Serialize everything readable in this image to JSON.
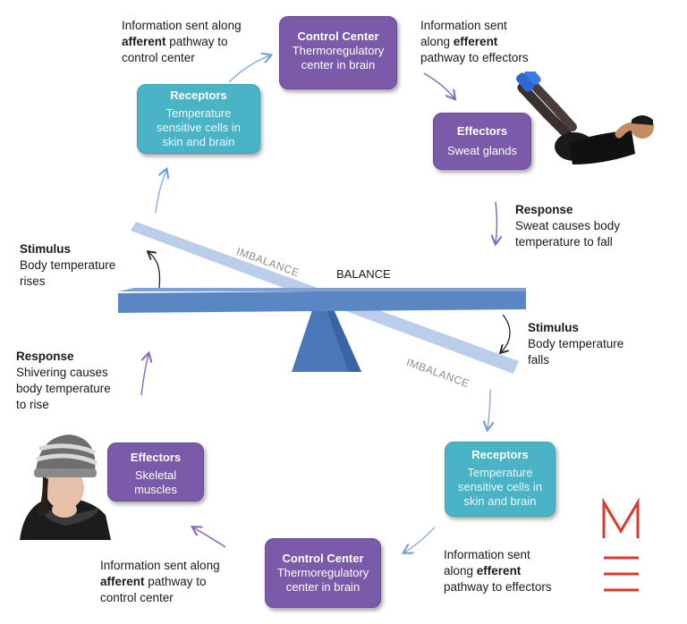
{
  "top": {
    "afferent_text_pre": "Information sent along",
    "afferent_word": "afferent",
    "afferent_text_post": " pathway to",
    "afferent_text_end": "control center",
    "control_center_title": "Control Center",
    "control_center_desc": "Thermoregulatory center in brain",
    "efferent_text_pre": "Information sent",
    "efferent_text_mid": "along ",
    "efferent_word": "efferent",
    "efferent_text_end": "pathway to effectors",
    "receptors_title": "Receptors",
    "receptors_desc": "Temperature sensitive cells in skin and brain",
    "effectors_title": "Effectors",
    "effectors_desc": "Sweat glands",
    "response_label": "Response",
    "response_desc_1": "Sweat causes body",
    "response_desc_2": "temperature to fall",
    "stimulus_label": "Stimulus",
    "stimulus_desc_1": "Body temperature",
    "stimulus_desc_2": "rises"
  },
  "center": {
    "balance": "BALANCE",
    "imbalance_top": "IMBALANCE",
    "imbalance_bottom": "IMBALANCE"
  },
  "bottom": {
    "stimulus_label": "Stimulus",
    "stimulus_desc_1": "Body temperature",
    "stimulus_desc_2": "falls",
    "response_label": "Response",
    "response_desc_1": "Shivering causes",
    "response_desc_2": "body temperature",
    "response_desc_3": "to rise",
    "receptors_title": "Receptors",
    "receptors_desc": "Temperature sensitive cells in skin and brain",
    "effectors_title": "Effectors",
    "effectors_desc": "Skeletal muscles",
    "control_center_title": "Control Center",
    "control_center_desc": "Thermoregulatory center in brain",
    "afferent_text_pre": "Information sent along",
    "afferent_word": "afferent",
    "afferent_text_post": " pathway to",
    "afferent_text_end": "control center",
    "efferent_text_pre": "Information sent",
    "efferent_text_mid": "along ",
    "efferent_word": "efferent",
    "efferent_text_end": "pathway to effectors"
  },
  "colors": {
    "purple": "#7a5aa9",
    "teal": "#4bb3c6",
    "beam": "#5b86c4",
    "tilted_beam": "#b3c8e6",
    "arrow": "#8fb3df",
    "logo": "#d83a2c"
  }
}
